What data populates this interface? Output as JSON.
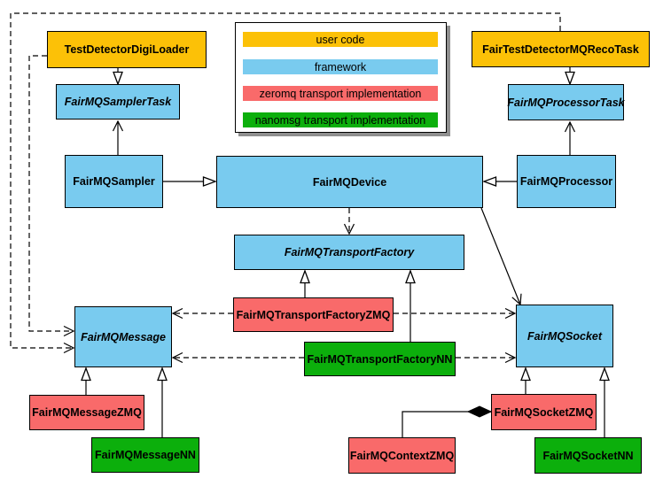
{
  "colors": {
    "user_code": "#FCC107",
    "framework": "#79CBEF",
    "zeromq": "#F96A6A",
    "nanomsg": "#0CAF0C",
    "node_border": "#000000",
    "background": "#FFFFFF"
  },
  "legend": {
    "items": [
      {
        "label": "user code",
        "color": "#FCC107"
      },
      {
        "label": "framework",
        "color": "#79CBEF"
      },
      {
        "label": "zeromq transport implementation",
        "color": "#F96A6A"
      },
      {
        "label": "nanomsg transport implementation",
        "color": "#0CAF0C"
      }
    ]
  },
  "nodes": {
    "test_detector_digi_loader": {
      "label": "TestDetectorDigiLoader",
      "category": "user code",
      "abstract": false
    },
    "fair_test_detector_mq_reco_task": {
      "label": "FairTestDetectorMQRecoTask",
      "category": "user code",
      "abstract": false
    },
    "fairmq_sampler_task": {
      "label": "FairMQSamplerTask",
      "category": "framework",
      "abstract": true
    },
    "fairmq_processor_task": {
      "label": "FairMQProcessorTask",
      "category": "framework",
      "abstract": true
    },
    "fairmq_sampler": {
      "label": "FairMQSampler",
      "category": "framework",
      "abstract": false
    },
    "fairmq_device": {
      "label": "FairMQDevice",
      "category": "framework",
      "abstract": false
    },
    "fairmq_processor": {
      "label": "FairMQProcessor",
      "category": "framework",
      "abstract": false
    },
    "fairmq_transport_factory": {
      "label": "FairMQTransportFactory",
      "category": "framework",
      "abstract": true
    },
    "fairmq_transport_factory_zmq": {
      "label": "FairMQTransportFactoryZMQ",
      "category": "zeromq transport implementation",
      "abstract": false
    },
    "fairmq_transport_factory_nn": {
      "label": "FairMQTransportFactoryNN",
      "category": "nanomsg transport implementation",
      "abstract": false
    },
    "fairmq_message": {
      "label": "FairMQMessage",
      "category": "framework",
      "abstract": true
    },
    "fairmq_socket": {
      "label": "FairMQSocket",
      "category": "framework",
      "abstract": true
    },
    "fairmq_message_zmq": {
      "label": "FairMQMessageZMQ",
      "category": "zeromq transport implementation",
      "abstract": false
    },
    "fairmq_message_nn": {
      "label": "FairMQMessageNN",
      "category": "nanomsg transport implementation",
      "abstract": false
    },
    "fairmq_socket_zmq": {
      "label": "FairMQSocketZMQ",
      "category": "zeromq transport implementation",
      "abstract": false
    },
    "fairmq_socket_nn": {
      "label": "FairMQSocketNN",
      "category": "nanomsg transport implementation",
      "abstract": false
    },
    "fairmq_context_zmq": {
      "label": "FairMQContextZMQ",
      "category": "zeromq transport implementation",
      "abstract": false
    }
  },
  "relationships": [
    {
      "from": "TestDetectorDigiLoader",
      "to": "FairMQSamplerTask",
      "type": "inheritance"
    },
    {
      "from": "FairTestDetectorMQRecoTask",
      "to": "FairMQProcessorTask",
      "type": "inheritance"
    },
    {
      "from": "FairMQSampler",
      "to": "FairMQDevice",
      "type": "inheritance"
    },
    {
      "from": "FairMQProcessor",
      "to": "FairMQDevice",
      "type": "inheritance"
    },
    {
      "from": "FairMQSampler",
      "to": "FairMQSamplerTask",
      "type": "association-arrow"
    },
    {
      "from": "FairMQProcessor",
      "to": "FairMQProcessorTask",
      "type": "association-arrow"
    },
    {
      "from": "FairMQDevice",
      "to": "FairMQSocket",
      "type": "association-arrow"
    },
    {
      "from": "FairMQDevice",
      "to": "FairMQTransportFactory",
      "type": "dashed-dependency"
    },
    {
      "from": "TestDetectorDigiLoader",
      "to": "FairMQMessage",
      "type": "dashed-dependency"
    },
    {
      "from": "FairTestDetectorMQRecoTask",
      "to": "FairMQMessage",
      "type": "dashed-dependency"
    },
    {
      "from": "FairMQTransportFactoryZMQ",
      "to": "FairMQTransportFactory",
      "type": "inheritance"
    },
    {
      "from": "FairMQTransportFactoryNN",
      "to": "FairMQTransportFactory",
      "type": "inheritance"
    },
    {
      "from": "FairMQTransportFactoryZMQ",
      "to": "FairMQMessage",
      "type": "dashed-dependency"
    },
    {
      "from": "FairMQTransportFactoryZMQ",
      "to": "FairMQSocket",
      "type": "dashed-dependency"
    },
    {
      "from": "FairMQTransportFactoryNN",
      "to": "FairMQMessage",
      "type": "dashed-dependency"
    },
    {
      "from": "FairMQTransportFactoryNN",
      "to": "FairMQSocket",
      "type": "dashed-dependency"
    },
    {
      "from": "FairMQMessageZMQ",
      "to": "FairMQMessage",
      "type": "inheritance"
    },
    {
      "from": "FairMQMessageNN",
      "to": "FairMQMessage",
      "type": "inheritance"
    },
    {
      "from": "FairMQSocketZMQ",
      "to": "FairMQSocket",
      "type": "inheritance"
    },
    {
      "from": "FairMQSocketNN",
      "to": "FairMQSocket",
      "type": "inheritance"
    },
    {
      "from": "FairMQContextZMQ",
      "to": "FairMQSocketZMQ",
      "type": "composition"
    }
  ]
}
